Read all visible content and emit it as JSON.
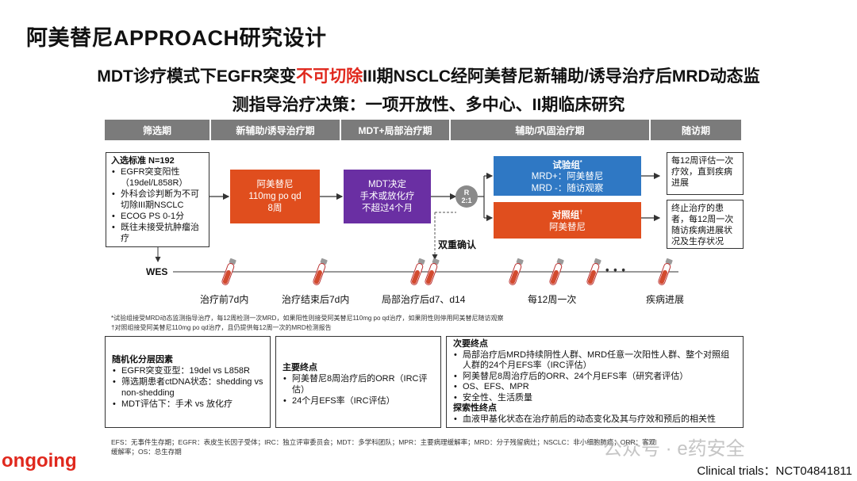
{
  "title": "阿美替尼APPROACH研究设计",
  "subtitle": {
    "line1_pre": "MDT诊疗模式下EGFR突变",
    "line1_red": "不可切除",
    "line1_post": "III期NSCLC经阿美替尼新辅助/诱导治疗后MRD动态监",
    "line2": "测指导治疗决策：一项开放性、多中心、II期临床研究"
  },
  "phases": [
    "筛选期",
    "新辅助/诱导治疗期",
    "MDT+局部治疗期",
    "辅助/巩固治疗期",
    "随访期"
  ],
  "inclusion": {
    "title": "入选标准 N=192",
    "items": [
      "EGFR突变阳性（19del/L858R）",
      "外科会诊判断为不可切除III期NSCLC",
      "ECOG PS 0-1分",
      "既往未接受抗肿瘤治疗"
    ]
  },
  "drug_box": {
    "line1": "阿美替尼",
    "line2": "110mg po qd",
    "line3": "8周"
  },
  "mdt_box": {
    "line1": "MDT决定",
    "line2": "手术或放化疗",
    "line3": "不超过4个月"
  },
  "randomization": {
    "line1": "R",
    "line2": "2:1"
  },
  "experimental_arm": {
    "title": "试验组",
    "title_mark": "*",
    "line1": "MRD+：阿美替尼",
    "line2": "MRD -：随访观察"
  },
  "control_arm": {
    "title": "对照组",
    "title_mark": "†",
    "line1": "阿美替尼"
  },
  "followup": {
    "box1": "每12周评估一次疗效，直到疾病进展",
    "box2": "终止治疗的患者，每12周一次随访疾病进展状况及生存状况"
  },
  "double_confirm": "双重确认",
  "wes_label": "WES",
  "ellipsis": "• • •",
  "timepoints": [
    "治疗前7d内",
    "治疗结束后7d内",
    "局部治疗后d7、d14",
    "每12周一次",
    "疾病进展"
  ],
  "footnotes": [
    "*试验组接受MRD动态监测指导治疗，每12周检测一次MRD，如果阳性则接受阿美替尼110mg po qd治疗，如果阴性则停用阿美替尼随访观察",
    "†对照组接受阿美替尼110mg po qd治疗，且仍提供每12周一次的MRD检测报告"
  ],
  "stratification": {
    "title": "随机化分层因素",
    "items": [
      "EGFR突变亚型：19del vs L858R",
      "筛选期患者ctDNA状态：shedding vs non-shedding",
      "MDT评估下：手术 vs 放化疗"
    ]
  },
  "primary_endpoints": {
    "title": "主要终点",
    "items": [
      "阿美替尼8周治疗后的ORR（IRC评估）",
      "24个月EFS率（IRC评估）"
    ]
  },
  "secondary_endpoints": {
    "title": "次要终点",
    "items": [
      "局部治疗后MRD持续阴性人群、MRD任意一次阳性人群、整个对照组人群的24个月EFS率（IRC评估）",
      "阿美替尼8周治疗后的ORR、24个月EFS率（研究者评估）",
      "OS、EFS、MPR",
      "安全性、生活质量"
    ],
    "exploratory_title": "探索性终点",
    "exploratory_items": [
      "血液甲基化状态在治疗前后的动态变化及其与疗效和预后的相关性"
    ]
  },
  "abbreviations": {
    "line1": "EFS：无事件生存期；EGFR：表皮生长因子受体；IRC：独立评审委员会；MDT：多学科团队；MPR：主要病理缓解率；MRD：分子残留病灶；NSCLC：非小细胞肺癌；ORR：客观",
    "line2": "缓解率；OS：总生存期"
  },
  "status_label": "ongoing",
  "watermark": "公众号 · e药安全",
  "trial_id": "Clinical trials：NCT04841811",
  "colors": {
    "orange": "#e04e1e",
    "purple": "#6a2fa3",
    "blue": "#2f78c4",
    "gray": "#7b7b7b",
    "red": "#e0281d",
    "tube": "#d24a2f"
  }
}
